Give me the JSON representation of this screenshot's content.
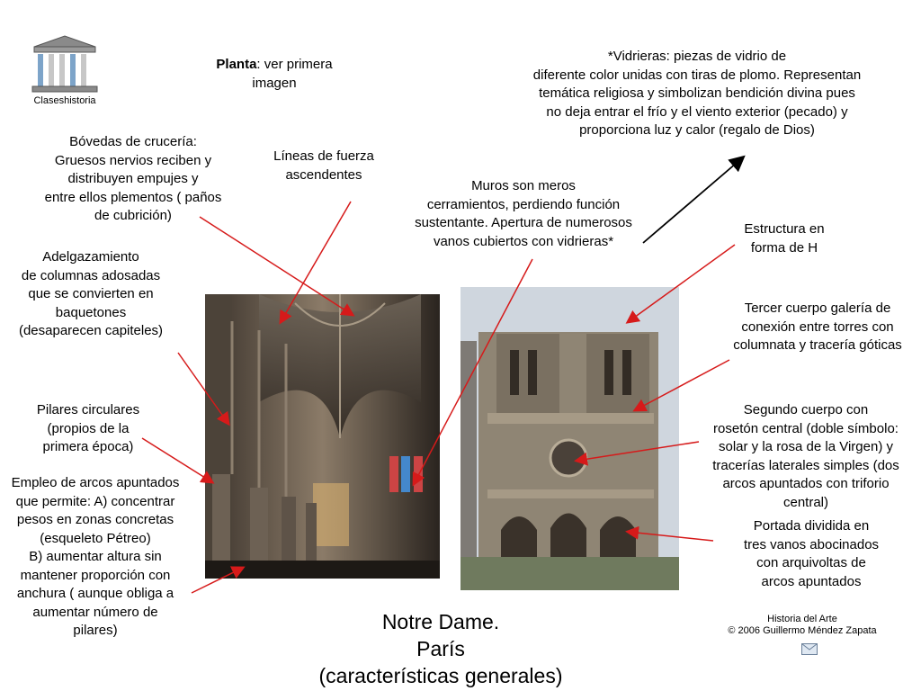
{
  "logo": {
    "label": "Claseshistoria"
  },
  "top_left": {
    "lines": [
      "Planta",
      ": ver primera",
      "imagen"
    ]
  },
  "vidrieras": {
    "lines": [
      "*Vidrieras: piezas de vidrio de",
      "diferente color unidas con tiras de plomo. Representan",
      "temática religiosa y  simbolizan bendición divina pues",
      "no deja entrar el frío y el viento exterior (pecado) y",
      "proporciona luz y calor (regalo de Dios)"
    ]
  },
  "bovedas": {
    "lines": [
      "Bóvedas de crucería:",
      "Gruesos nervios reciben y",
      "distribuyen empujes y",
      "entre ellos plementos ( paños",
      "de cubrición)"
    ]
  },
  "lineas": {
    "lines": [
      "Líneas de fuerza",
      "ascendentes"
    ]
  },
  "muros": {
    "lines": [
      "Muros son meros",
      "cerramientos, perdiendo función",
      "sustentante. Apertura de numerosos",
      "vanos cubiertos con vidrieras*"
    ]
  },
  "estructura": {
    "lines": [
      "Estructura en",
      "forma de H"
    ]
  },
  "adelgazamiento": {
    "lines": [
      "Adelgazamiento",
      "de columnas adosadas",
      "que se convierten en",
      "baquetones",
      "(desaparecen capiteles)"
    ]
  },
  "tercer": {
    "lines": [
      "Tercer cuerpo galería de",
      "conexión entre torres con",
      "columnata y tracería góticas"
    ]
  },
  "pilares": {
    "lines": [
      "Pilares circulares",
      "(propios de la",
      "primera época)"
    ]
  },
  "segundo": {
    "lines": [
      "Segundo cuerpo con",
      "rosetón central (doble símbolo:",
      "solar y la rosa de la Virgen) y",
      "tracerías laterales simples (dos",
      "arcos apuntados con triforio",
      "central)"
    ]
  },
  "arcos": {
    "lines": [
      "Empleo de arcos apuntados",
      "que permite: A) concentrar",
      "pesos en zonas concretas",
      "(esqueleto Pétreo)",
      "B) aumentar altura sin",
      "mantener proporción con",
      "anchura ( aunque obliga a",
      "aumentar  número de",
      "pilares)"
    ]
  },
  "portada": {
    "lines": [
      "Portada dividida en",
      "tres vanos abocinados",
      "con arquivoltas de",
      "arcos apuntados"
    ]
  },
  "title": {
    "lines": [
      "Notre Dame.",
      "París",
      "(características generales)"
    ]
  },
  "credit": {
    "lines": [
      "Historia del Arte",
      "© 2006 Guillermo Méndez Zapata"
    ]
  },
  "icons": {
    "logo": "greek-temple-icon",
    "mail": "envelope-icon"
  },
  "colors": {
    "arrow_red": "#d61a1a",
    "arrow_black": "#000000"
  }
}
